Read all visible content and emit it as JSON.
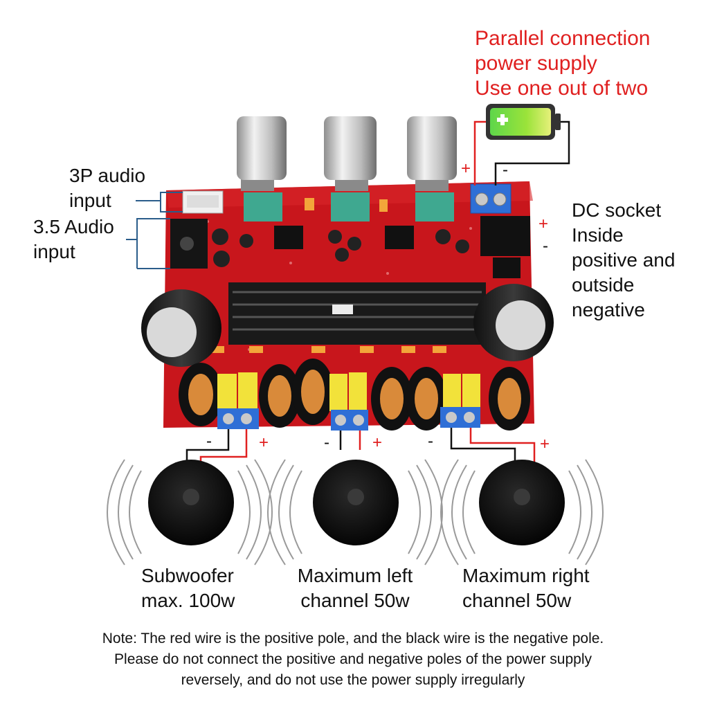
{
  "power": {
    "lines": [
      "Parallel connection",
      "power supply",
      "Use one out of two"
    ],
    "color": "#e02020"
  },
  "inputs": {
    "p3_label": [
      "3P audio",
      "input"
    ],
    "jack_label": [
      "3.5 Audio",
      "input"
    ]
  },
  "dc_socket": {
    "lines": [
      "DC socket",
      "Inside",
      "positive and",
      "outside",
      "negative"
    ]
  },
  "polarity": {
    "plus": "+",
    "minus": "-"
  },
  "speakers": [
    {
      "lines": [
        "Subwoofer",
        "max. 100w"
      ]
    },
    {
      "lines": [
        "Maximum left",
        "channel 50w"
      ]
    },
    {
      "lines": [
        "Maximum right",
        "channel 50w"
      ]
    }
  ],
  "note": {
    "lines": [
      "Note: The red wire is the positive pole, and the black wire is the negative pole.",
      "Please do not connect the positive and negative poles of the power supply",
      "reversely, and do not use the power supply irregularly"
    ]
  },
  "colors": {
    "pcb": "#c8161c",
    "heatsink": "#1a1a1a",
    "terminal": "#2f6fd6",
    "wire_positive": "#e02020",
    "wire_negative": "#111111"
  }
}
